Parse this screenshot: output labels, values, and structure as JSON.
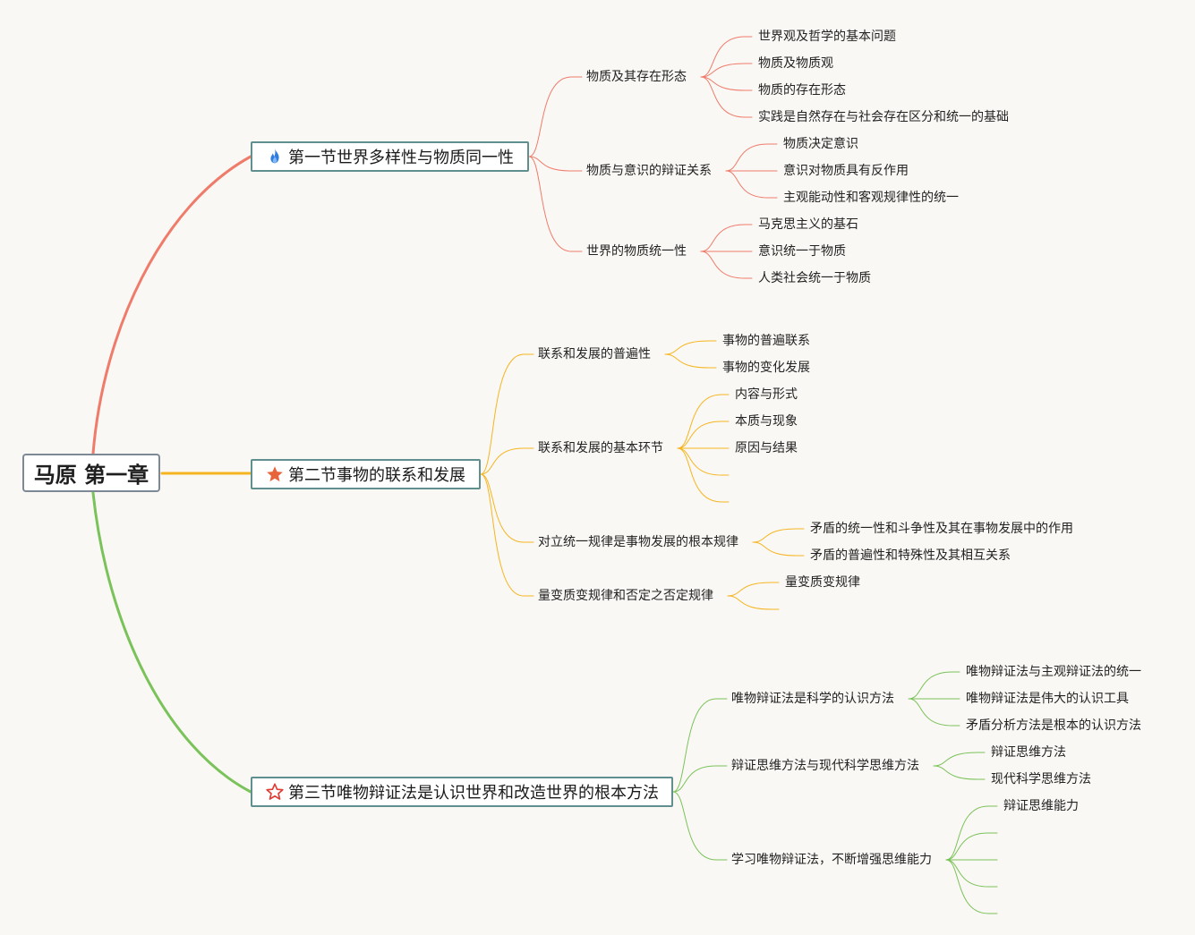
{
  "colors": {
    "section1": "#ef7b6b",
    "section2": "#f5b521",
    "section3": "#7ac25a"
  },
  "root": {
    "title": "马原 第一章"
  },
  "sections": [
    {
      "title": "第一节世界多样性与物质同一性",
      "icon": "fire-icon",
      "children": [
        {
          "title": "物质及其存在形态",
          "children": [
            "世界观及哲学的基本问题",
            "物质及物质观",
            "物质的存在形态",
            "实践是自然存在与社会存在区分和统一的基础"
          ]
        },
        {
          "title": "物质与意识的辩证关系",
          "children": [
            "物质决定意识",
            "意识对物质具有反作用",
            "主观能动性和客观规律性的统一"
          ]
        },
        {
          "title": "世界的物质统一性",
          "children": [
            "马克思主义的基石",
            "意识统一于物质",
            "人类社会统一于物质"
          ]
        }
      ]
    },
    {
      "title": "第二节事物的联系和发展",
      "icon": "star-filled-icon",
      "children": [
        {
          "title": "联系和发展的普遍性",
          "children": [
            "事物的普遍联系",
            "事物的变化发展"
          ]
        },
        {
          "title": "联系和发展的基本环节",
          "children": [
            "内容与形式",
            "本质与现象",
            "原因与结果",
            "",
            ""
          ]
        },
        {
          "title": "对立统一规律是事物发展的根本规律",
          "children": [
            "矛盾的统一性和斗争性及其在事物发展中的作用",
            "矛盾的普遍性和特殊性及其相互关系"
          ]
        },
        {
          "title": "量变质变规律和否定之否定规律",
          "children": [
            "量变质变规律",
            ""
          ]
        }
      ]
    },
    {
      "title": "第三节唯物辩证法是认识世界和改造世界的根本方法",
      "icon": "star-outline-icon",
      "children": [
        {
          "title": "唯物辩证法是科学的认识方法",
          "children": [
            "唯物辩证法与主观辩证法的统一",
            "唯物辩证法是伟大的认识工具",
            "矛盾分析方法是根本的认识方法"
          ]
        },
        {
          "title": "辩证思维方法与现代科学思维方法",
          "children": [
            "辩证思维方法",
            "现代科学思维方法"
          ]
        },
        {
          "title": "学习唯物辩证法，不断增强思维能力",
          "children": [
            "辩证思维能力",
            "",
            "",
            "",
            ""
          ]
        }
      ]
    }
  ]
}
